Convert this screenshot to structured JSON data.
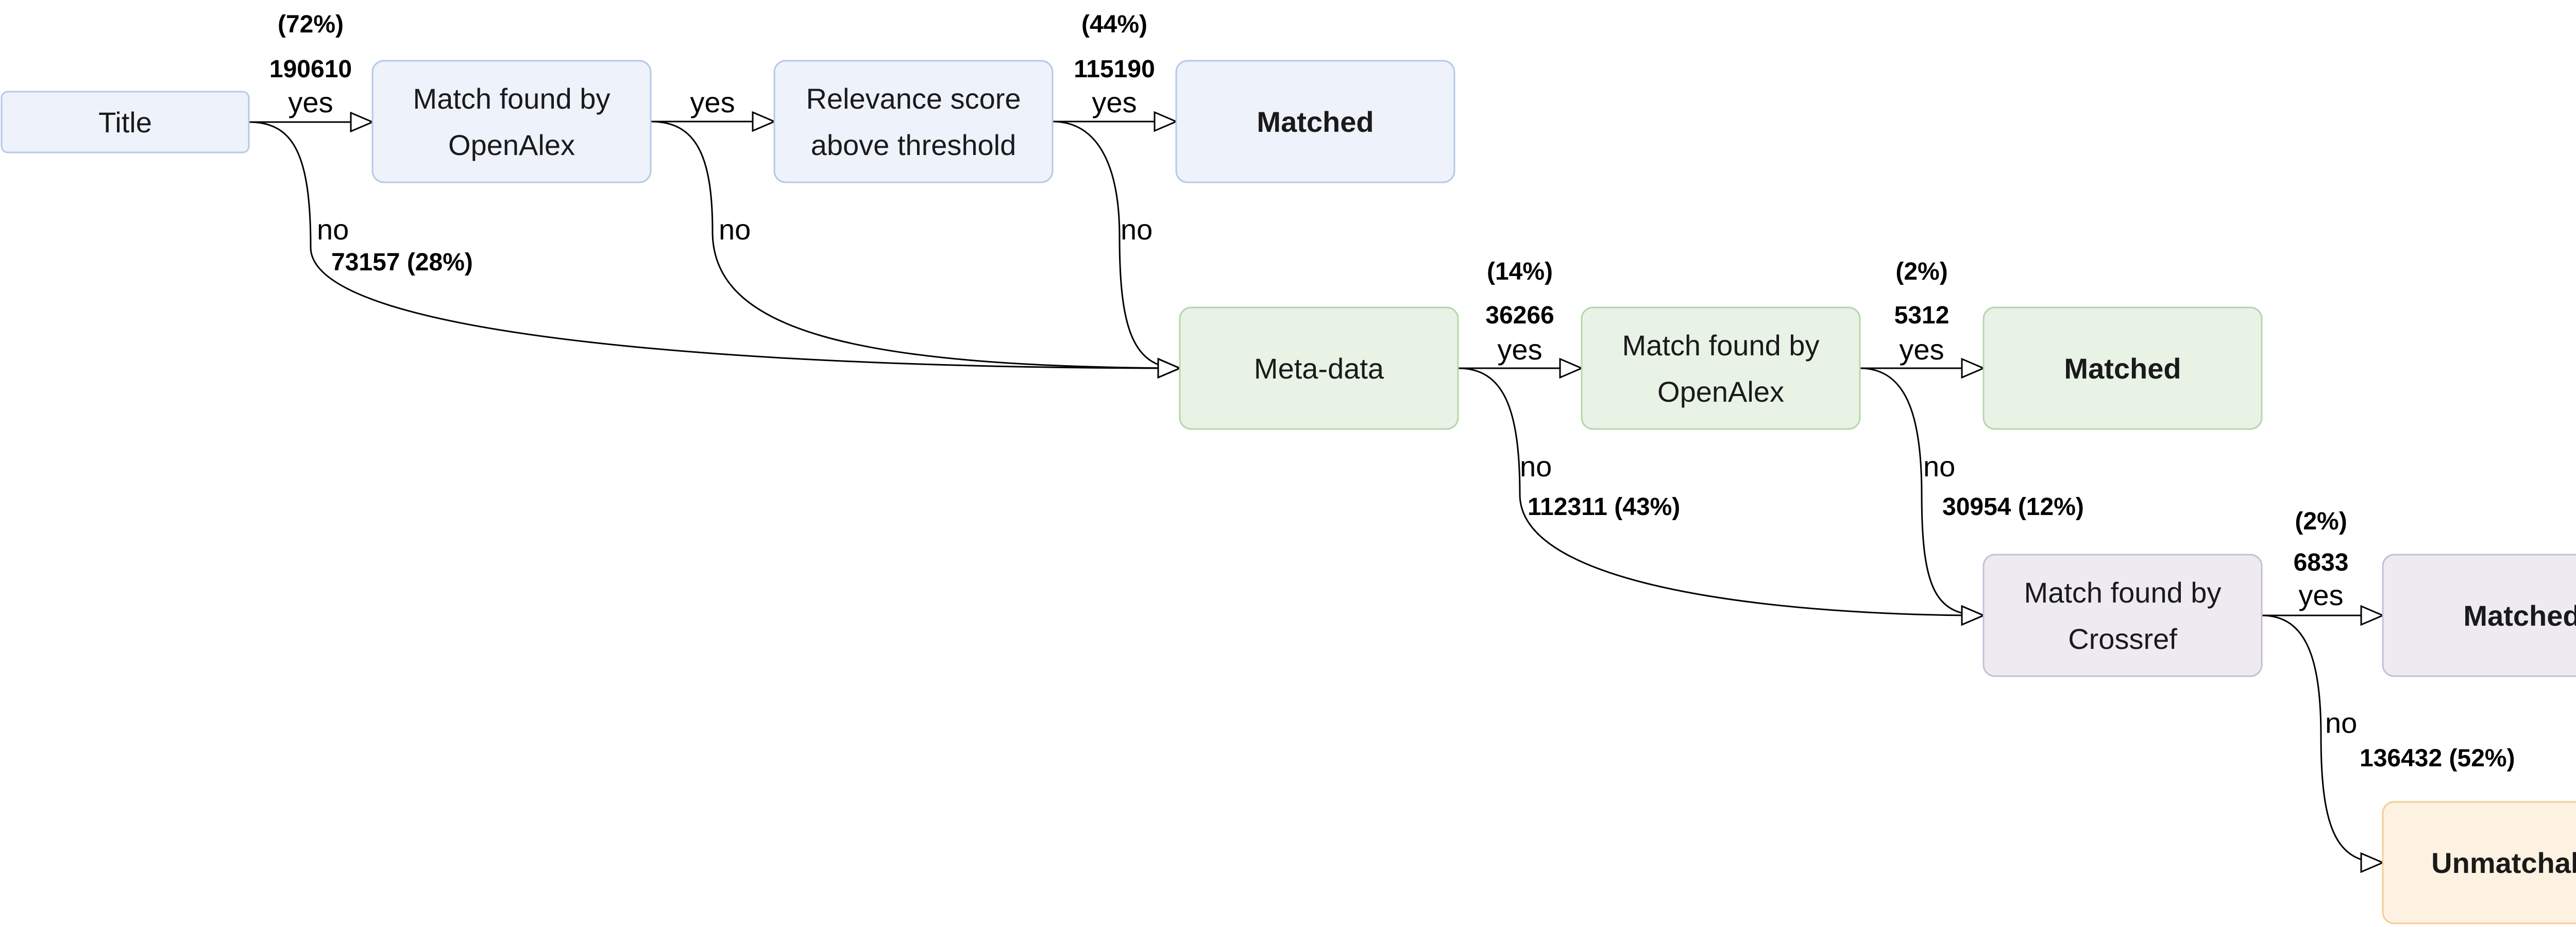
{
  "colors": {
    "blue_fill": "#edf2fb",
    "blue_stroke": "#b6c8e4",
    "green_fill": "#e8f2e5",
    "green_stroke": "#b5d6ab",
    "purple_fill": "#eeeaf2",
    "purple_stroke": "#c9bdd6",
    "orange_fill": "#fdf1e2",
    "orange_stroke": "#f2cd94",
    "line": "#000000"
  },
  "nodes": {
    "title": {
      "lines": [
        "Title"
      ],
      "style": "normal"
    },
    "openalex_title_match": {
      "lines": [
        "Match found by",
        "OpenAlex"
      ],
      "style": "normal"
    },
    "relevance": {
      "lines": [
        "Relevance score",
        "above threshold"
      ],
      "style": "normal"
    },
    "matched_1": {
      "lines": [
        "Matched"
      ],
      "style": "bold"
    },
    "metadata": {
      "lines": [
        "Meta-data"
      ],
      "style": "normal"
    },
    "openalex_meta_match": {
      "lines": [
        "Match found by",
        "OpenAlex"
      ],
      "style": "normal"
    },
    "matched_2": {
      "lines": [
        "Matched"
      ],
      "style": "bold"
    },
    "crossref_match": {
      "lines": [
        "Match found by",
        "Crossref"
      ],
      "style": "normal"
    },
    "matched_3": {
      "lines": [
        "Matched"
      ],
      "style": "bold"
    },
    "unmatchable": {
      "lines": [
        "Unmatchable"
      ],
      "style": "bold"
    }
  },
  "edges": {
    "title_yes": {
      "word": "yes",
      "count": "190610",
      "pct": "(72%)"
    },
    "title_no": {
      "word": "no",
      "count": "73157 (28%)"
    },
    "openalex_title_yes": {
      "word": "yes"
    },
    "openalex_title_no": {
      "word": "no"
    },
    "relevance_yes": {
      "word": "yes",
      "count": "115190",
      "pct": "(44%)"
    },
    "relevance_no": {
      "word": "no"
    },
    "metadata_yes": {
      "word": "yes",
      "count": "36266",
      "pct": "(14%)"
    },
    "metadata_no": {
      "word": "no",
      "count": "112311 (43%)"
    },
    "openalex_meta_yes": {
      "word": "yes",
      "count": "5312",
      "pct": "(2%)"
    },
    "openalex_meta_no": {
      "word": "no",
      "count": "30954 (12%)"
    },
    "crossref_yes": {
      "word": "yes",
      "count": "6833",
      "pct": "(2%)"
    },
    "crossref_no": {
      "word": "no",
      "count": "136432 (52%)"
    }
  }
}
